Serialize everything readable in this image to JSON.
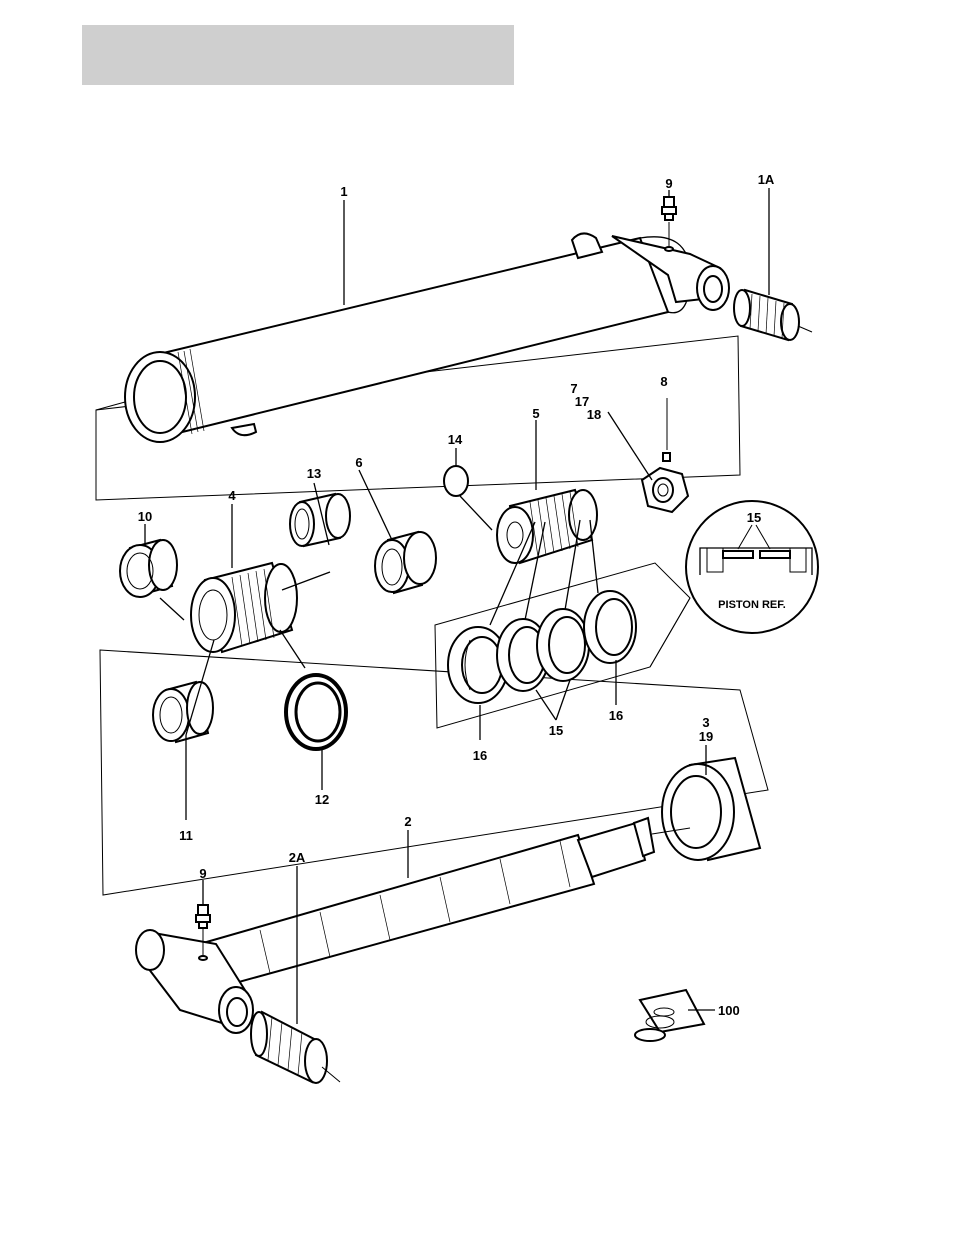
{
  "labels": {
    "l1": "1",
    "l1A": "1A",
    "l9_top": "9",
    "l7": "7",
    "l17": "17",
    "l18": "18",
    "l8": "8",
    "l14": "14",
    "l5": "5",
    "l13": "13",
    "l6": "6",
    "l4": "4",
    "l10": "10",
    "l11": "11",
    "l12": "12",
    "l15_detail": "15",
    "l15": "15",
    "l16_left": "16",
    "l16_right": "16",
    "l3": "3",
    "l19": "19",
    "l2": "2",
    "l2A": "2A",
    "l9_bottom": "9",
    "l100": "100"
  },
  "detail": {
    "caption": "PISTON REF."
  }
}
